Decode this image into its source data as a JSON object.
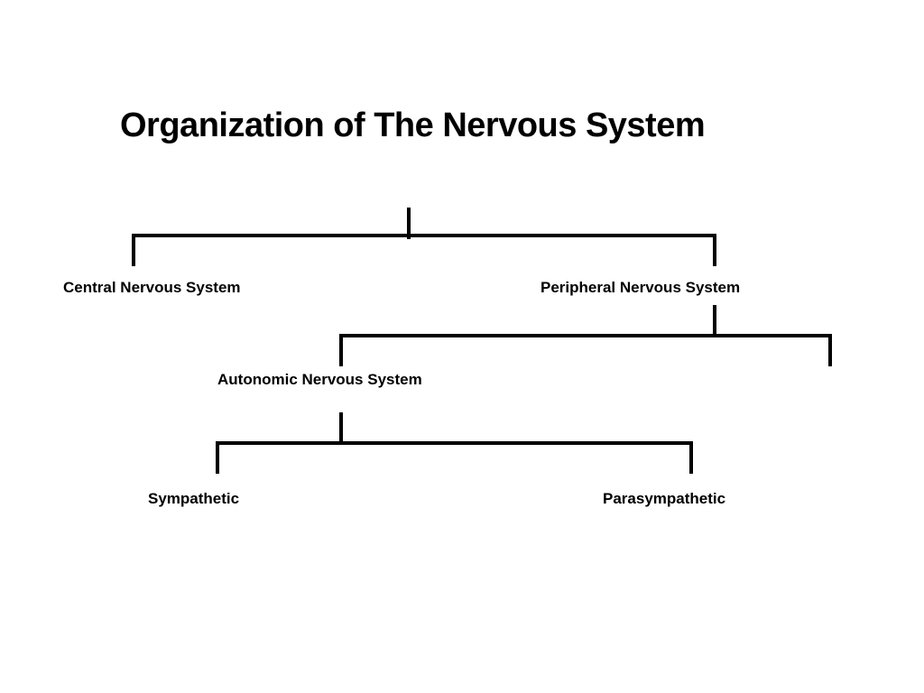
{
  "title": "Organization of The Nervous System",
  "nodes": {
    "central": "Central Nervous System",
    "peripheral": "Peripheral Nervous System",
    "autonomic": "Autonomic Nervous System",
    "sympathetic": "Sympathetic",
    "parasympathetic": "Parasympathetic"
  },
  "line_color": "#000000"
}
